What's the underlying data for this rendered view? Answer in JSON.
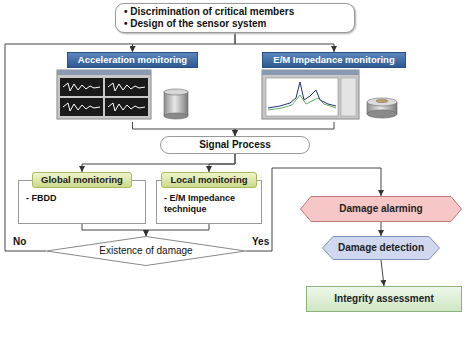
{
  "diagram": {
    "nodes": [
      {
        "text": [
          "• Discrimination of critical members",
          "• Design of the sensor system"
        ]
      },
      {
        "text": [
          "Acceleration monitoring"
        ]
      },
      {
        "text": [
          "E/M Impedance monitoring"
        ]
      },
      {
        "text": [
          "Signal Process"
        ]
      },
      {
        "text": [
          "Global monitoring",
          "- FBDD"
        ]
      },
      {
        "text": [
          "Local monitoring",
          "- E/M Impedance technique"
        ]
      },
      {
        "text": [
          "Existence of damage"
        ]
      },
      {
        "text": [
          "Damage alarming"
        ]
      },
      {
        "text": [
          "Damage detection"
        ]
      },
      {
        "text": [
          "Integrity assessment"
        ]
      }
    ],
    "edges": [
      {
        "from": 0,
        "to": 1,
        "arrow": "to"
      },
      {
        "from": 0,
        "to": 2,
        "arrow": "to"
      },
      {
        "from": 1,
        "to": 3,
        "arrow": "to"
      },
      {
        "from": 2,
        "to": 3,
        "arrow": "to"
      },
      {
        "from": 3,
        "to": 4,
        "arrow": "to"
      },
      {
        "from": 3,
        "to": 5,
        "arrow": "to"
      },
      {
        "from": 4,
        "to": 6,
        "arrow": "to"
      },
      {
        "from": 5,
        "to": 6,
        "arrow": "to"
      },
      {
        "from": 6,
        "to": 1,
        "label": "No",
        "arrow": "to"
      },
      {
        "from": 6,
        "to": 7,
        "label": "Yes",
        "arrow": "to"
      },
      {
        "from": 7,
        "to": 8,
        "arrow": "to"
      },
      {
        "from": 8,
        "to": 9,
        "arrow": "to"
      }
    ]
  }
}
